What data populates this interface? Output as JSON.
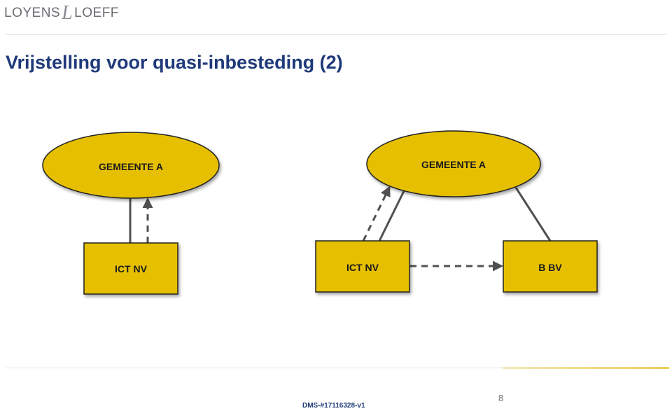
{
  "header": {
    "logo_left": "LOYENS",
    "logo_right": "LOEFF",
    "logo_mark": "L"
  },
  "title": "Vrijstelling voor quasi-inbesteding (2)",
  "diagram": {
    "left": {
      "ellipse_label": "GEMEENTE A",
      "box_label": "ICT NV"
    },
    "right": {
      "ellipse_label": "GEMEENTE A",
      "box1_label": "ICT NV",
      "box2_label": "B BV"
    }
  },
  "colors": {
    "fill": "#e6c000",
    "stroke": "#222222",
    "line": "#505050",
    "title": "#1f3a7a"
  },
  "footer": {
    "doc_id": "DMS-#17116328-v1",
    "page_number": "8"
  }
}
